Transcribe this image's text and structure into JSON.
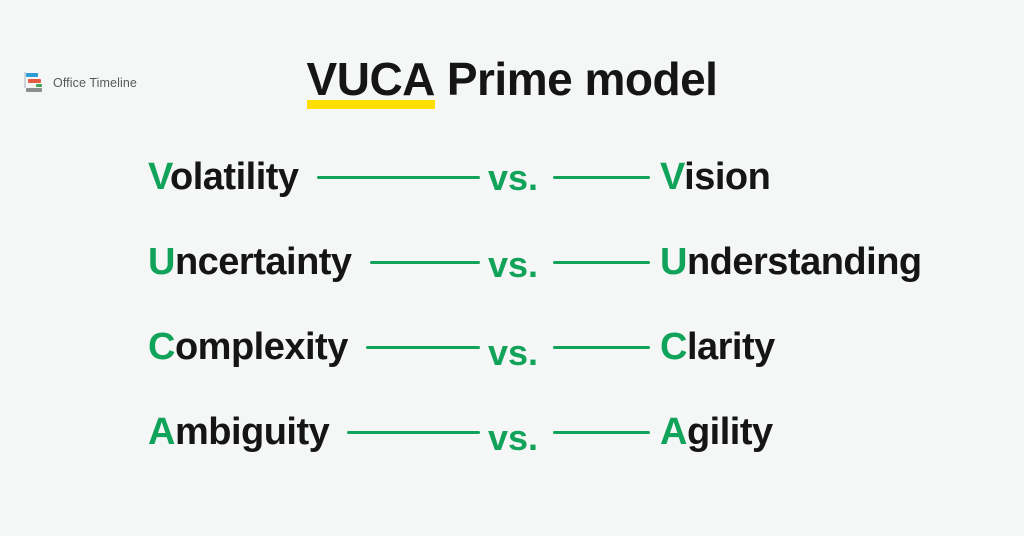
{
  "brand": {
    "name": "Office Timeline",
    "icon": "gantt-chart-icon"
  },
  "title": {
    "highlight": "VUCA",
    "rest": "Prime model"
  },
  "labels": {
    "vs": "vs."
  },
  "rows": [
    {
      "left": "Volatility",
      "right": "Vision"
    },
    {
      "left": "Uncertainty",
      "right": "Understanding"
    },
    {
      "left": "Complexity",
      "right": "Clarity"
    },
    {
      "left": "Ambiguity",
      "right": "Agility"
    }
  ],
  "colors": {
    "green": "#11A35A",
    "highlight-yellow": "#FFDE00",
    "text": "#151515",
    "background": "#F5F7F6",
    "logo-text": "#565B5A",
    "logo-blue": "#2E9BD4",
    "logo-orange": "#E55A41",
    "logo-green": "#3FA455",
    "logo-gray": "#8A8F8D"
  }
}
